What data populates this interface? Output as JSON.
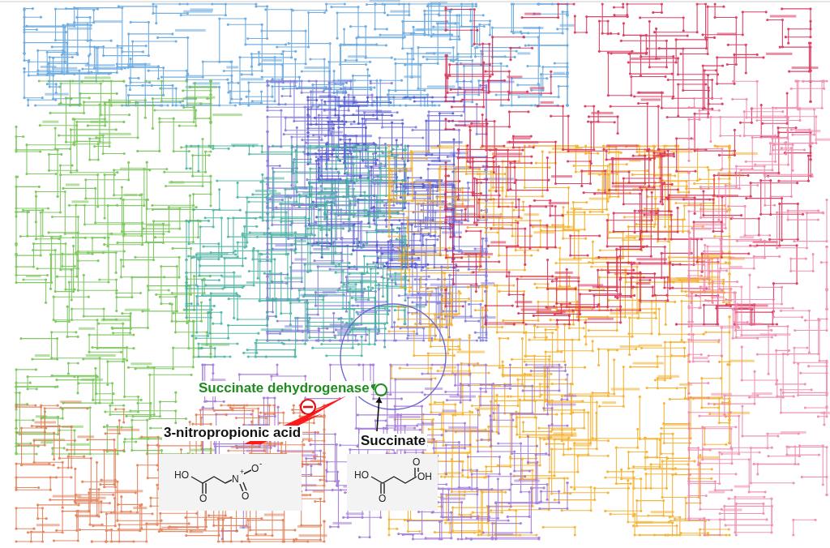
{
  "diagram": {
    "labels": [
      "Succinate dehydrogenase",
      "3-nitropropionic acid",
      "Succinate",
      "HO",
      "O",
      "N",
      "+",
      "O",
      "O",
      "-",
      "HO",
      "O",
      "O",
      "OH"
    ]
  }
}
